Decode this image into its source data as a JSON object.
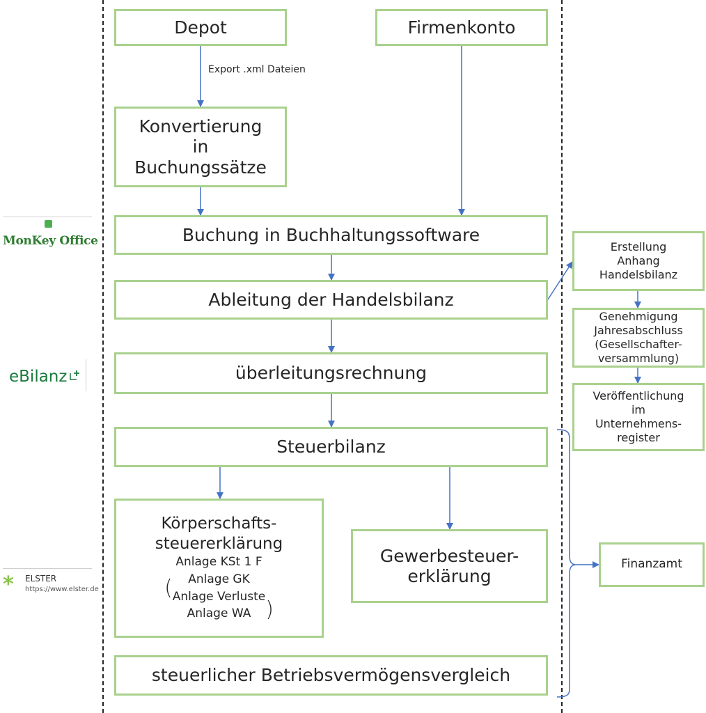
{
  "nodes": {
    "depot": "Depot",
    "firmenkonto": "Firmenkonto",
    "konvertierung": "Konvertierung\nin\nBuchungssätze",
    "buchung": "Buchung in Buchhaltungssoftware",
    "handelsbilanz": "Ableitung der Handelsbilanz",
    "ueberleitung": "überleitungsrechnung",
    "steuerbilanz": "Steuerbilanz",
    "koerperschaft_title": "Körperschafts-\nsteuererklärung",
    "koerperschaft_open": "(",
    "koerperschaft_items": "Anlage KSt 1 F\nAnlage GK\nAnlage Verluste\nAnlage WA",
    "koerperschaft_close": ")",
    "gewerbe": "Gewerbesteuer-\nerklärung",
    "vergleich": "steuerlicher Betriebsvermögensvergleich",
    "anhang": "Erstellung\nAnhang\nHandelsbilanz",
    "genehmigung": "Genehmigung\nJahresabschluss\n(Gesellschafter-\nversammlung)",
    "veroeffentlichung": "Veröffentlichung\nim\nUnternehmens-\nregister",
    "finanzamt": "Finanzamt"
  },
  "edge_labels": {
    "export": "Export .xml Dateien"
  },
  "logos": {
    "monkey_office": "MonKey Office",
    "ebilanz": "eBilanz",
    "elster_title": "ELSTER",
    "elster_url": "https://www.elster.de"
  },
  "colors": {
    "box_border": "#a9d18e",
    "arrow": "#4472c4",
    "text": "#262626"
  }
}
